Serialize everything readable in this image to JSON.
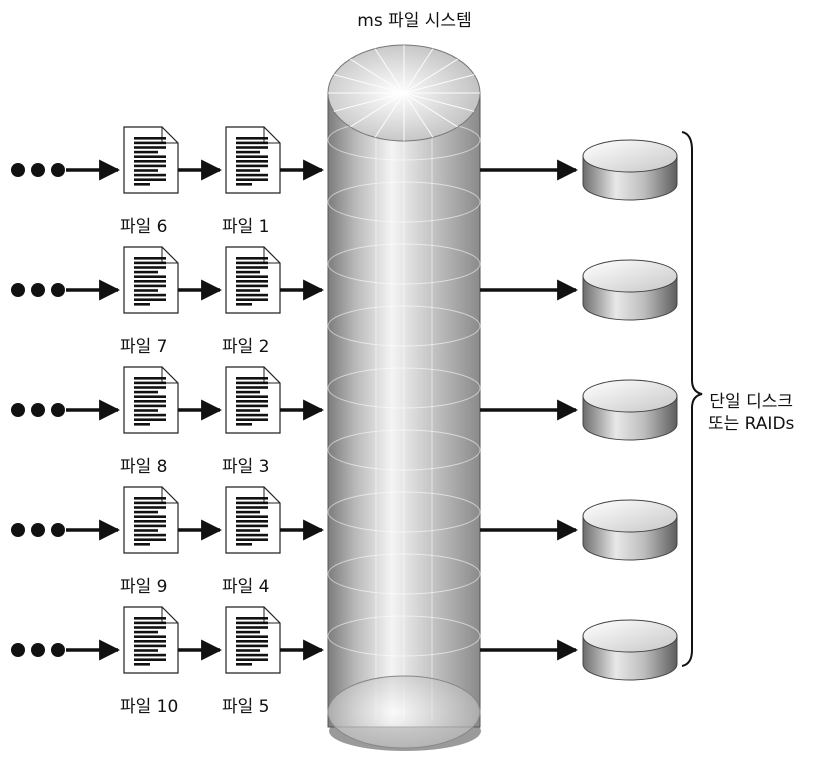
{
  "title": "ms 파일 시스템",
  "rows": [
    {
      "file_a": "파일 6",
      "file_b": "파일 1"
    },
    {
      "file_a": "파일 7",
      "file_b": "파일 2"
    },
    {
      "file_a": "파일 8",
      "file_b": "파일 3"
    },
    {
      "file_a": "파일 9",
      "file_b": "파일 4"
    },
    {
      "file_a": "파일 10",
      "file_b": "파일 5"
    }
  ],
  "disk_group_label": {
    "line1": "단일 디스크",
    "line2": "또는 RAIDs"
  }
}
